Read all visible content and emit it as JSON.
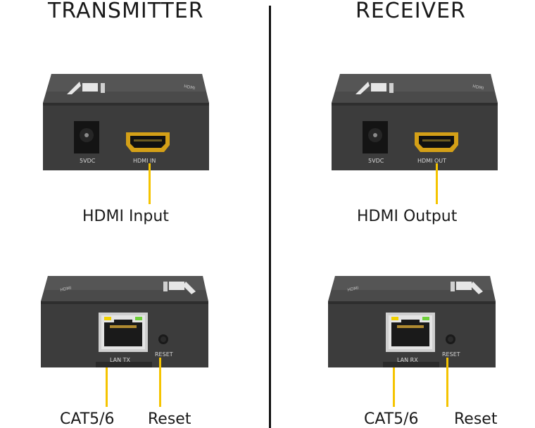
{
  "transmitter": {
    "heading": "TRANSMITTER",
    "front_panel": {
      "power_label": "5VDC",
      "hdmi_label": "HDMI IN"
    },
    "rear_panel": {
      "lan_label": "LAN TX",
      "reset_label": "RESET"
    },
    "callouts": {
      "hdmi": "HDMI Input",
      "cat": "CAT5/6",
      "reset": "Reset"
    }
  },
  "receiver": {
    "heading": "RECEIVER",
    "front_panel": {
      "power_label": "5VDC",
      "hdmi_label": "HDMI OUT"
    },
    "rear_panel": {
      "lan_label": "LAN RX",
      "reset_label": "RESET"
    },
    "callouts": {
      "hdmi": "HDMI Output",
      "cat": "CAT5/6",
      "reset": "Reset"
    }
  },
  "colors": {
    "leader_line": "#f5c400",
    "device_body": "#3c3c3c",
    "hdmi_connector": "#d4a017"
  }
}
